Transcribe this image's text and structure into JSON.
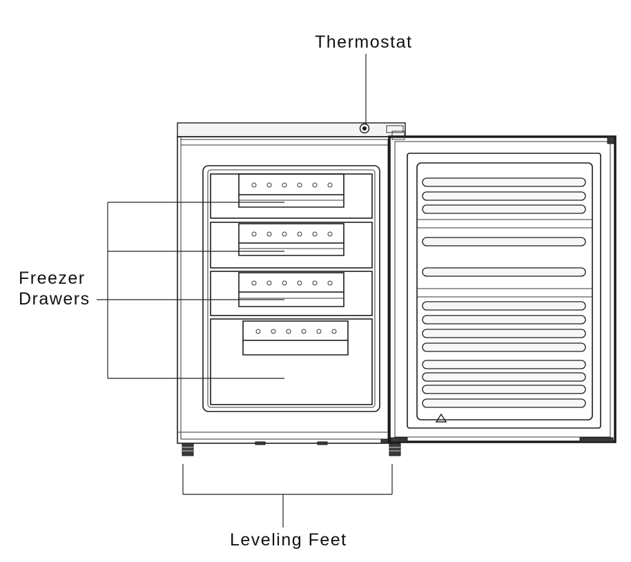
{
  "labels": {
    "thermostat": "Thermostat",
    "freezer_line1": "Freezer",
    "freezer_line2": "Drawers",
    "leveling_feet": "Leveling Feet"
  },
  "icons": {
    "recycle": "recycle-triangle-icon",
    "thermostat_knob": "thermostat-knob-icon"
  },
  "colors": {
    "line": "#1a1a1a",
    "background": "#ffffff"
  }
}
